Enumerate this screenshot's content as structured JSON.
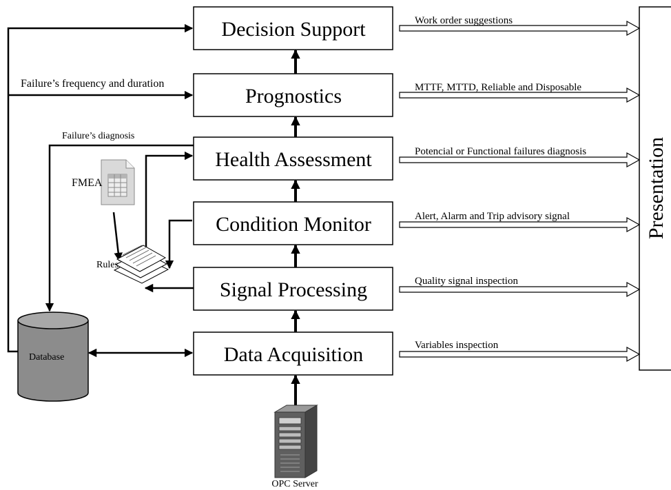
{
  "stages": {
    "decision_support": "Decision Support",
    "prognostics": "Prognostics",
    "health_assessment": "Health Assessment",
    "condition_monitor": "Condition Monitor",
    "signal_processing": "Signal Processing",
    "data_acquisition": "Data Acquisition"
  },
  "outputs": {
    "decision_support": "Work order suggestions",
    "prognostics": "MTTF, MTTD, Reliable and Disposable",
    "health_assessment": "Potencial or Functional failures diagnosis",
    "condition_monitor": "Alert, Alarm and Trip advisory signal",
    "signal_processing": "Quality signal inspection",
    "data_acquisition": "Variables inspection"
  },
  "presentation_label": "Presentation",
  "feedback": {
    "frequency_duration": "Failure’s frequency and duration",
    "diagnosis": "Failure’s diagnosis"
  },
  "components": {
    "fmea": "FMEA",
    "rules": "Rules",
    "database": "Database",
    "opc_server": "OPC Server"
  },
  "colors": {
    "stroke": "#000000",
    "database_fill": "#8c8c8c",
    "database_top": "#a8a8a8",
    "fmea_fill": "#d9d9d9",
    "server_body": "#5f5f5f"
  }
}
